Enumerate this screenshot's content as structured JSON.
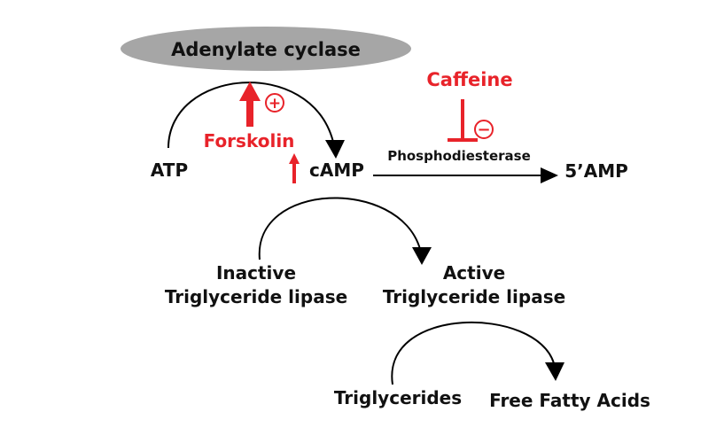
{
  "enzyme": {
    "label": "Adenylate cyclase"
  },
  "activator": {
    "label": "Forskolin",
    "sign": "+"
  },
  "inhibitor": {
    "label": "Caffeine",
    "sign": "−"
  },
  "nodes": {
    "atp": "ATP",
    "camp": "cAMP",
    "five_amp": "5’AMP",
    "inactive_lipase_line1": "Inactive",
    "inactive_lipase_line2": "Triglyceride lipase",
    "active_lipase_line1": "Active",
    "active_lipase_line2": "Triglyceride lipase",
    "triglycerides": "Triglycerides",
    "free_fatty_acids": "Free Fatty Acids"
  },
  "edges": {
    "camp_to_5amp": "Phosphodiesterase"
  },
  "colors": {
    "enzyme_fill": "#a6a6a6",
    "highlight": "#e8232a",
    "text": "#111111",
    "line": "#000000"
  }
}
